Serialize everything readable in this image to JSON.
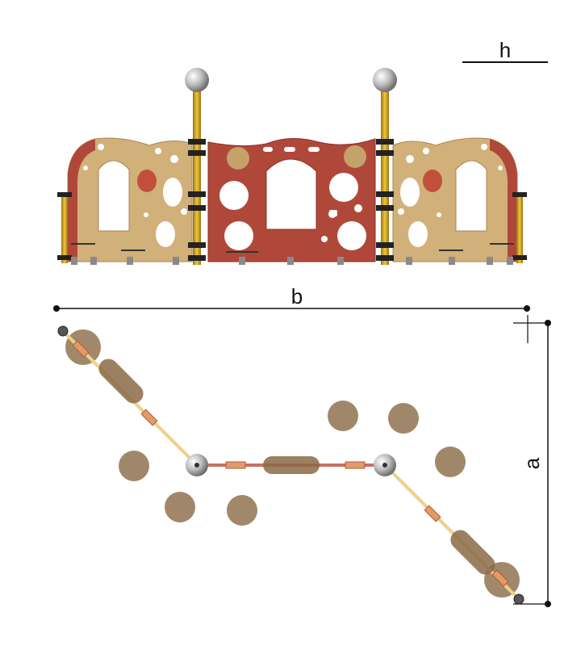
{
  "dimensions": {
    "h_label": "h",
    "b_label": "b",
    "a_label": "a"
  },
  "colors": {
    "panel_tan": "#d2b07a",
    "panel_red": "#b0483a",
    "post_yellow": "#d4a21e",
    "ball_silver": "#c8c8c8",
    "footing_brown": "#8a6a45",
    "dim_line": "#111111"
  }
}
